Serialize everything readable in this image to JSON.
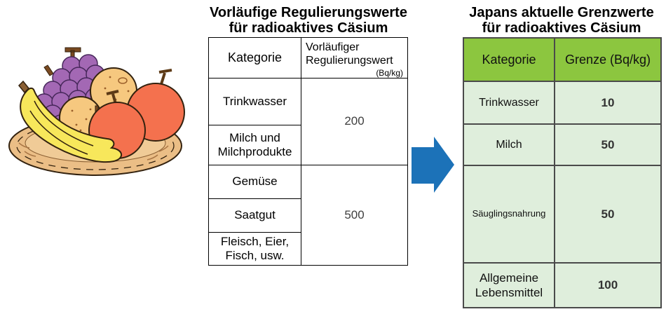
{
  "illustration": {
    "name": "Obstkorb mit Trauben, Bananen, Orangen und Äpfeln",
    "fruits": [
      "Trauben",
      "Bananen",
      "Orangen",
      "Äpfel"
    ]
  },
  "arrow": {
    "direction": "right",
    "color": "#1C72B8"
  },
  "provisional_table": {
    "title": "Vorläufige Regulierungswerte\nfür radioaktives Cäsium",
    "header": {
      "category": "Kategorie",
      "value": "Vorläufiger Regulierungswert",
      "unit": "(Bq/kg)"
    },
    "categories": {
      "trinkwasser": "Trinkwasser",
      "milch": "Milch und\nMilchprodukte",
      "gemuese": "Gemüse",
      "saatgut": "Saatgut",
      "fleisch": "Fleisch, Eier,\nFisch, usw."
    },
    "values": {
      "group1": "200",
      "group2": "500"
    }
  },
  "current_table": {
    "title": "Japans aktuelle Grenzwerte\nfür radioaktives Cäsium",
    "header": {
      "category": "Kategorie",
      "limit": "Grenze (Bq/kg)"
    },
    "rows": [
      {
        "category": "Trinkwasser",
        "limit": "10"
      },
      {
        "category": "Milch",
        "limit": "50"
      },
      {
        "category": "Säuglingsnahrung",
        "limit": "50"
      },
      {
        "category": "Allgemeine\nLebensmittel",
        "limit": "100"
      }
    ],
    "colors": {
      "header_bg": "#8CC63F",
      "body_bg": "#DFEEDC",
      "border": "#4A4A4A"
    }
  }
}
